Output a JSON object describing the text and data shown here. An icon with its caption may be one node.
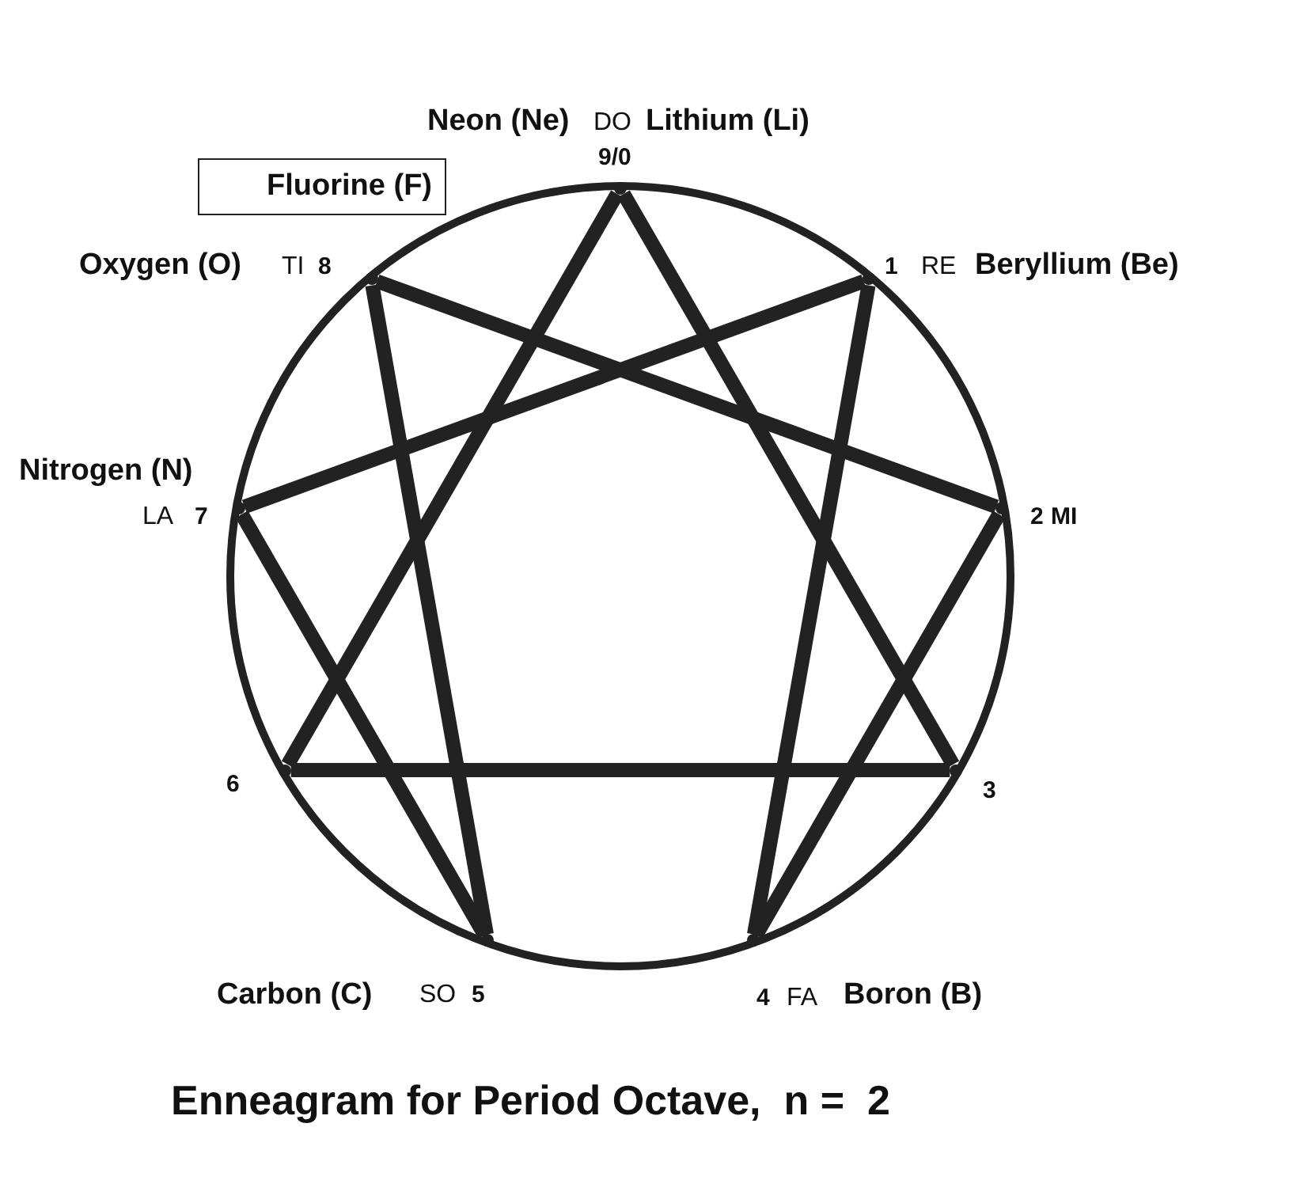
{
  "diagram": {
    "title": "Enneagram for Period Octave,  n =  2",
    "nodes": [
      {
        "text": [],
        "shape": "circle"
      },
      {
        "text": [],
        "shape": "point",
        "in": 0
      },
      {
        "text": [],
        "shape": "point",
        "in": 0
      },
      {
        "text": [],
        "shape": "point",
        "in": 0
      },
      {
        "text": [],
        "shape": "point",
        "in": 0
      },
      {
        "text": [],
        "shape": "point",
        "in": 0
      },
      {
        "text": [],
        "shape": "point",
        "in": 0
      },
      {
        "text": [],
        "shape": "point",
        "in": 0
      },
      {
        "text": [],
        "shape": "point",
        "in": 0
      },
      {
        "text": [],
        "shape": "point",
        "in": 0
      },
      {
        "text": [
          "Fluorine (F)"
        ]
      }
    ],
    "edges": [
      {
        "from": 9,
        "to": 3,
        "arrow": "none"
      },
      {
        "from": 3,
        "to": 6,
        "arrow": "none"
      },
      {
        "from": 6,
        "to": 9,
        "arrow": "none"
      },
      {
        "from": 1,
        "to": 4,
        "arrow": "none"
      },
      {
        "from": 4,
        "to": 2,
        "arrow": "none"
      },
      {
        "from": 2,
        "to": 8,
        "arrow": "none"
      },
      {
        "from": 8,
        "to": 5,
        "arrow": "none"
      },
      {
        "from": 5,
        "to": 7,
        "arrow": "none"
      },
      {
        "from": 7,
        "to": 1,
        "arrow": "none"
      }
    ],
    "labels": [
      "Neon (Ne)",
      "DO",
      "Lithium (Li)",
      "9/0",
      "Oxygen (O)",
      "TI",
      "8",
      "1",
      "RE",
      "Beryllium (Be)",
      "Nitrogen (N)",
      "LA",
      "7",
      "2",
      "MI",
      "6",
      "3",
      "Carbon (C)",
      "SO",
      "5",
      "4",
      "FA",
      "Boron (B)"
    ]
  }
}
